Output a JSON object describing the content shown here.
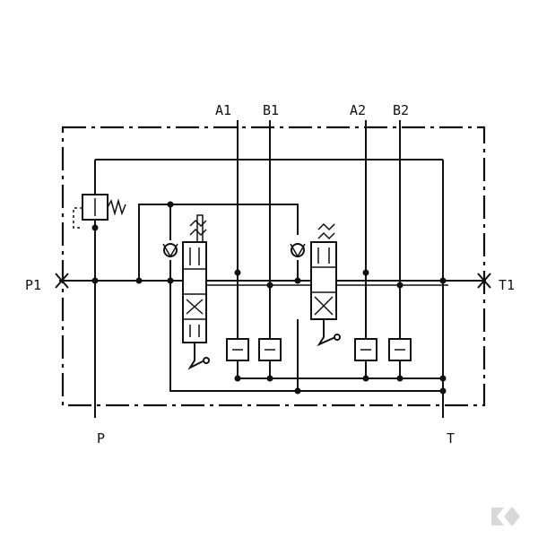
{
  "ports": {
    "a1": "A1",
    "b1": "B1",
    "a2": "A2",
    "b2": "B2",
    "p1": "P1",
    "t1": "T1",
    "p": "P",
    "t": "T"
  },
  "colors": {
    "line": "#111111",
    "background": "#ffffff",
    "watermark": "#d9d9d9"
  },
  "icons": {
    "watermark": "k-logo-watermark"
  }
}
